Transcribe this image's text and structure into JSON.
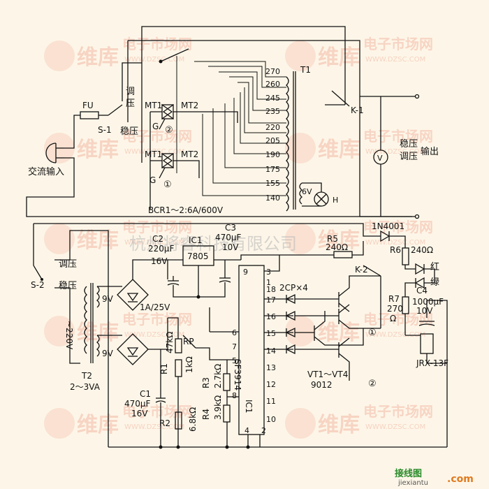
{
  "watermark": {
    "brand_cn": "维库",
    "brand_sub": "电子市场网",
    "brand_url": "WWW.DZSC.COM",
    "company": "杭州将睿科技有限公司",
    "corner_text": "接线图",
    "corner_url": "jiexiantu",
    "corner_com": ".com"
  },
  "labels": {
    "ac_input": "交流输入",
    "fuse": "FU",
    "s1": "S-1",
    "tiao": "调",
    "ya": "压",
    "wenya": "稳压",
    "mt1a": "MT1",
    "mt2a": "MT2",
    "mt1b": "MT1",
    "mt2b": "MT2",
    "g": "G",
    "circ1": "①",
    "circ2": "②",
    "t1": "T1",
    "taps": [
      "270",
      "260",
      "245",
      "235",
      "220",
      "205",
      "190",
      "175",
      "155",
      "140"
    ],
    "k1": "K-1",
    "out_wenya": "稳压",
    "out_tiaoya": "调压",
    "output": "输出",
    "vmeter": "V",
    "lamp6v": "6V",
    "lamp_h": "H",
    "bcr": "BCR1～2:6A/600V",
    "d1n4001": "1N4001",
    "s2": "S-2",
    "s2_tiaoya": "调压",
    "s2_wenya": "稳压",
    "c2": "C2",
    "c2v": "220μF",
    "c2u": "16V",
    "ic1_top": "IC1",
    "ic7805": "7805",
    "c3": "C3",
    "c3v": "470μF",
    "c3u": "10V",
    "r5": "R5",
    "r5v": "240Ω",
    "r6": "R6",
    "r6v": "240Ω",
    "k2": "K-2",
    "red": "红",
    "green": "绿",
    "t2v9a": "9V",
    "t2v9b": "9V",
    "bridge1": "1A/25V",
    "t2_220": "~220V",
    "t2": "T2",
    "t2va": "2～3VA",
    "r1v": "47kΩ",
    "rp": "RP",
    "r1": "R1",
    "r1k": "1kΩ",
    "r3": "R3",
    "r3v": "2.7kΩ",
    "r4": "R4",
    "r4v": "3.9kΩ",
    "r2": "R2",
    "r2v": "6.8kΩ",
    "c1": "C1",
    "c1v": "470μF",
    "c1u": "16V",
    "sf3914": "SF3914",
    "ic1": "IC1",
    "pins_left": [
      "9",
      "6",
      "7",
      "5",
      "8"
    ],
    "pins_right": [
      "3",
      "1",
      "18",
      "17",
      "16",
      "15",
      "14",
      "13",
      "12",
      "11",
      "10",
      "2"
    ],
    "pin4": "4",
    "pin2": "2",
    "cp": "2CP×4",
    "r7": "R7",
    "r7v": "270",
    "r7u": "Ω",
    "c4": "C4",
    "c4v": "1000μF",
    "c4u": "10V",
    "vt": "VT1～VT4",
    "vt_model": "9012",
    "jrx": "JRX-13F"
  }
}
